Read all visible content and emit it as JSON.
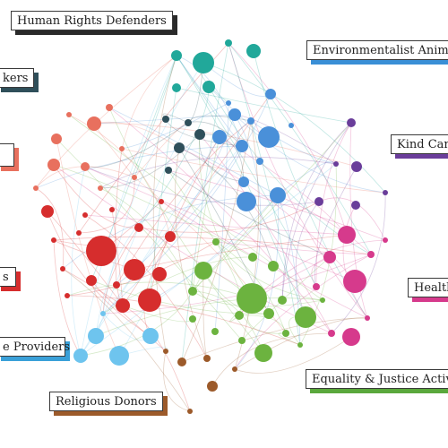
{
  "groups": [
    {
      "id": "human-rights",
      "label": "Human Rights Defenders",
      "color": "#2a2a2a"
    },
    {
      "id": "workers",
      "label": "kers",
      "color": "#2f4f5a"
    },
    {
      "id": "environment",
      "label": "Environmentalist Animal",
      "color": "#3a8fd6"
    },
    {
      "id": "kind",
      "label": "Kind Can",
      "color": "#6a3d9a"
    },
    {
      "id": "health",
      "label": "Health",
      "color": "#d63a8c"
    },
    {
      "id": "equality",
      "label": "Equality & Justice Activis",
      "color": "#5aa83c"
    },
    {
      "id": "religious",
      "label": "Religious Donors",
      "color": "#9c5a2a"
    },
    {
      "id": "providers",
      "label": "e Providers",
      "color": "#3aa0d8"
    },
    {
      "id": "red-group",
      "label": "s",
      "color": "#d62d2d"
    },
    {
      "id": "salmon-group",
      "label": "",
      "color": "#e8705e"
    }
  ],
  "palette": {
    "teal": "#21a89a",
    "dark_teal": "#2f4f5a",
    "blue": "#4a90d9",
    "purple": "#6a3d9a",
    "magenta": "#d63a8c",
    "green": "#6cb33f",
    "brown": "#9c5a2a",
    "sky": "#6ec4ee",
    "red": "#d62d2d",
    "salmon": "#e8705e"
  }
}
